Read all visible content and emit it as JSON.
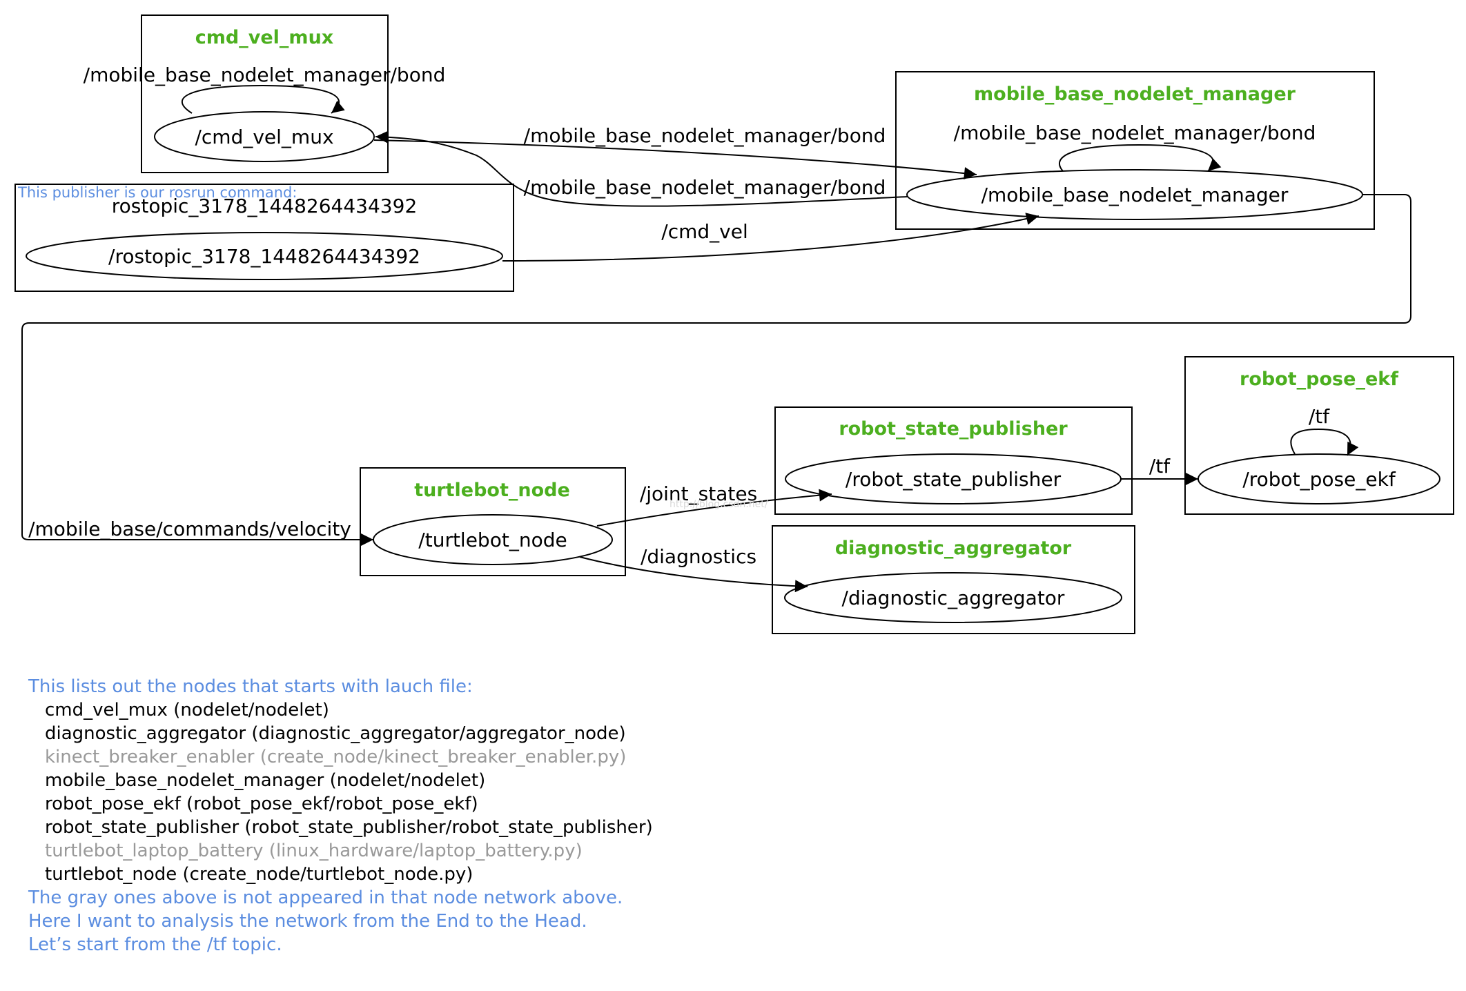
{
  "colors": {
    "cluster_title": "#4caf1f",
    "note_blue": "#5b8de0",
    "inactive_gray": "#999999",
    "line": "#000000"
  },
  "clusters": {
    "cmd_vel_mux": "cmd_vel_mux",
    "rostopic": "rostopic_3178_1448264434392",
    "mobile_base_nodelet_manager": "mobile_base_nodelet_manager",
    "turtlebot_node": "turtlebot_node",
    "robot_state_publisher": "robot_state_publisher",
    "robot_pose_ekf": "robot_pose_ekf",
    "diagnostic_aggregator": "diagnostic_aggregator"
  },
  "nodes": {
    "cmd_vel_mux": "/cmd_vel_mux",
    "rostopic": "/rostopic_3178_1448264434392",
    "mobile_base_nodelet_manager": "/mobile_base_nodelet_manager",
    "turtlebot_node": "/turtlebot_node",
    "robot_state_publisher": "/robot_state_publisher",
    "robot_pose_ekf": "/robot_pose_ekf",
    "diagnostic_aggregator": "/diagnostic_aggregator"
  },
  "edges": {
    "bond_self_mux": "/mobile_base_nodelet_manager/bond",
    "bond_mux_to_mgr": "/mobile_base_nodelet_manager/bond",
    "bond_mgr_to_mux": "/mobile_base_nodelet_manager/bond",
    "bond_self_mgr": "/mobile_base_nodelet_manager/bond",
    "cmd_vel": "/cmd_vel",
    "velocity": "/mobile_base/commands/velocity",
    "joint_states": "/joint_states",
    "diagnostics": "/diagnostics",
    "tf_rsp_to_ekf": "/tf",
    "tf_self_ekf": "/tf"
  },
  "annotations": {
    "publisher_note": "This publisher is our rosrun command:",
    "watermark": "http://blog.csdn.net/"
  },
  "notes": {
    "intro": "This lists out the nodes that starts with lauch file:",
    "items": [
      {
        "text": "cmd_vel_mux (nodelet/nodelet)",
        "status": "active"
      },
      {
        "text": "diagnostic_aggregator (diagnostic_aggregator/aggregator_node)",
        "status": "active"
      },
      {
        "text": "kinect_breaker_enabler (create_node/kinect_breaker_enabler.py)",
        "status": "gray"
      },
      {
        "text": "mobile_base_nodelet_manager (nodelet/nodelet)",
        "status": "active"
      },
      {
        "text": "robot_pose_ekf (robot_pose_ekf/robot_pose_ekf)",
        "status": "active"
      },
      {
        "text": "robot_state_publisher (robot_state_publisher/robot_state_publisher)",
        "status": "active"
      },
      {
        "text": "turtlebot_laptop_battery (linux_hardware/laptop_battery.py)",
        "status": "gray"
      },
      {
        "text": "turtlebot_node (create_node/turtlebot_node.py)",
        "status": "active"
      }
    ],
    "outro": [
      "The gray ones above is not appeared in that node network above.",
      "Here I want to analysis the network from the End to the Head.",
      "Let’s start from the /tf topic."
    ]
  }
}
